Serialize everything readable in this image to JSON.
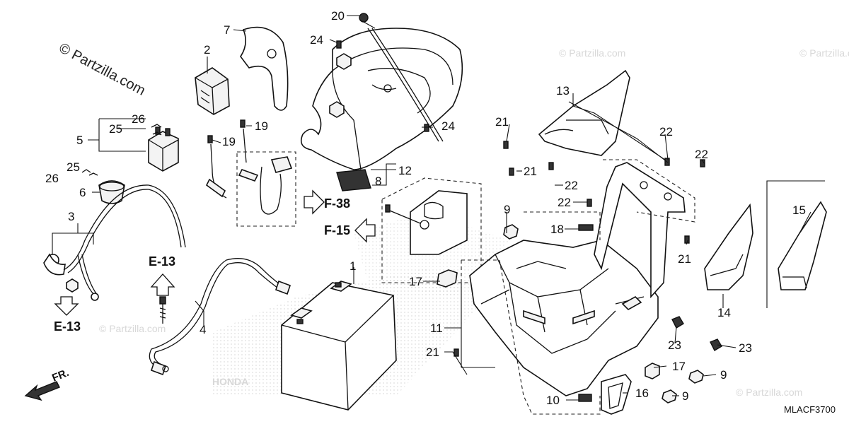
{
  "watermark": "© Partzilla.com",
  "diagram_code": "MLACF3700",
  "direction_label": "FR.",
  "references": {
    "e13_top": "E-13",
    "e13_bottom": "E-13",
    "f38": "F-38",
    "f15": "F-15"
  },
  "callouts": {
    "c1": "1",
    "c2": "2",
    "c3": "3",
    "c4": "4",
    "c5": "5",
    "c6": "6",
    "c7": "7",
    "c8": "8",
    "c9a": "9",
    "c9b": "9",
    "c9c": "9",
    "c10": "10",
    "c11": "11",
    "c12": "12",
    "c13": "13",
    "c14": "14",
    "c15": "15",
    "c16": "16",
    "c17a": "17",
    "c17b": "17",
    "c18": "18",
    "c19a": "19",
    "c19b": "19",
    "c20": "20",
    "c21a": "21",
    "c21b": "21",
    "c21c": "21",
    "c21d": "21",
    "c22a": "22",
    "c22b": "22",
    "c22c": "22",
    "c22d": "22",
    "c23a": "23",
    "c23b": "23",
    "c24a": "24",
    "c24b": "24",
    "c25a": "25",
    "c25b": "25",
    "c26a": "26",
    "c26b": "26"
  },
  "icons": [
    "front-direction-arrow-icon",
    "up-arrow-icon",
    "down-arrow-icon",
    "right-arrow-icon",
    "left-arrow-icon"
  ]
}
